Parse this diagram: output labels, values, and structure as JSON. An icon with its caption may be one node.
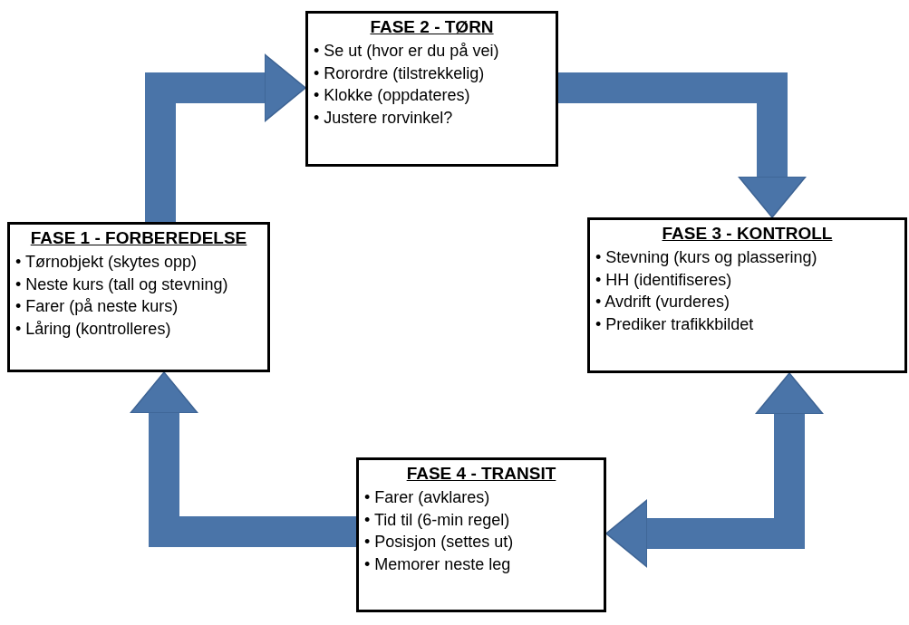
{
  "diagram": {
    "nodes": [
      {
        "text": [
          "FASE 2 - TØRN",
          "• Se ut (hvor er du på vei)",
          "• Rorordre (tilstrekkelig)",
          "• Klokke (oppdateres)",
          "• Justere rorvinkel?"
        ]
      },
      {
        "text": [
          "FASE 1 - FORBEREDELSE",
          "• Tørnobjekt (skytes opp)",
          "• Neste kurs (tall og stevning)",
          "• Farer (på neste kurs)",
          "• Låring (kontrolleres)"
        ]
      },
      {
        "text": [
          "FASE 3 - KONTROLL",
          "• Stevning (kurs og plassering)",
          "• HH (identifiseres)",
          "• Avdrift (vurderes)",
          "• Prediker trafikkbildet"
        ]
      },
      {
        "text": [
          "FASE 4 - TRANSIT",
          "• Farer (avklares)",
          "• Tid til (6-min regel)",
          "• Posisjon (settes ut)",
          "• Memorer neste leg"
        ]
      }
    ],
    "edges": [
      {
        "from": 1,
        "to": 0,
        "arrow": "to"
      },
      {
        "from": 0,
        "to": 2,
        "arrow": "to"
      },
      {
        "from": 2,
        "to": 3,
        "arrow": "both"
      },
      {
        "from": 3,
        "to": 1,
        "arrow": "to"
      }
    ]
  }
}
